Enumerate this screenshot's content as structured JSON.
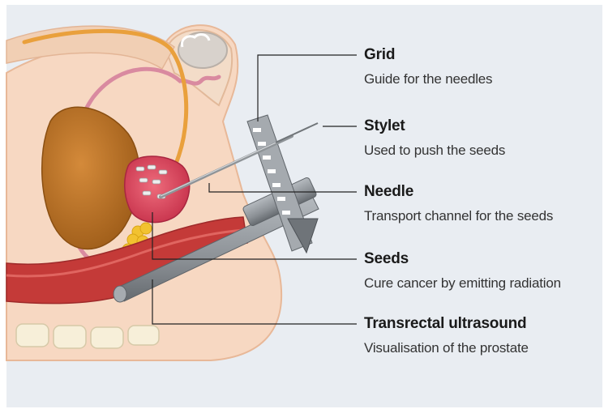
{
  "labels": [
    {
      "id": "grid",
      "title": "Grid",
      "description": "Guide for the needles"
    },
    {
      "id": "stylet",
      "title": "Stylet",
      "description": "Used to push the seeds"
    },
    {
      "id": "needle",
      "title": "Needle",
      "description": "Transport channel for the seeds"
    },
    {
      "id": "seeds",
      "title": "Seeds",
      "description": "Cure cancer by emitting radiation"
    },
    {
      "id": "ultrasound",
      "title": "Transrectal ultrasound",
      "description": "Visualisation of the prostate"
    }
  ],
  "colors": {
    "background": "#e9edf2",
    "skin": "#f7d8c2",
    "skin_outline": "#e8b898",
    "bladder": "#b6701f",
    "prostate": "#d94058",
    "urethra": "#e9a03c",
    "vas_deferens": "#d98aa0",
    "seeds": "#f2c230",
    "rectum": "#c43a38",
    "instrument": "#8f9498",
    "leader_line": "#222222"
  }
}
